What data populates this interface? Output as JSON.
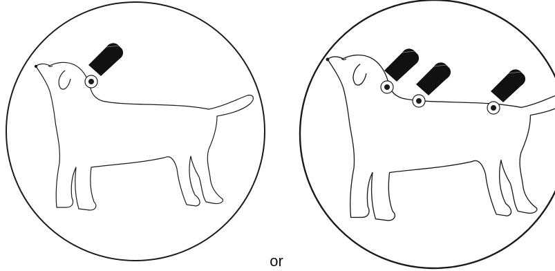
{
  "connector_word": "or",
  "panels": [
    {
      "id": "single-spot",
      "applicator_count": 1
    },
    {
      "id": "multi-spot",
      "applicator_count": 3
    }
  ],
  "colors": {
    "background": "#ffffff",
    "outline": "#1a1a1a",
    "applicator": "#111111"
  }
}
